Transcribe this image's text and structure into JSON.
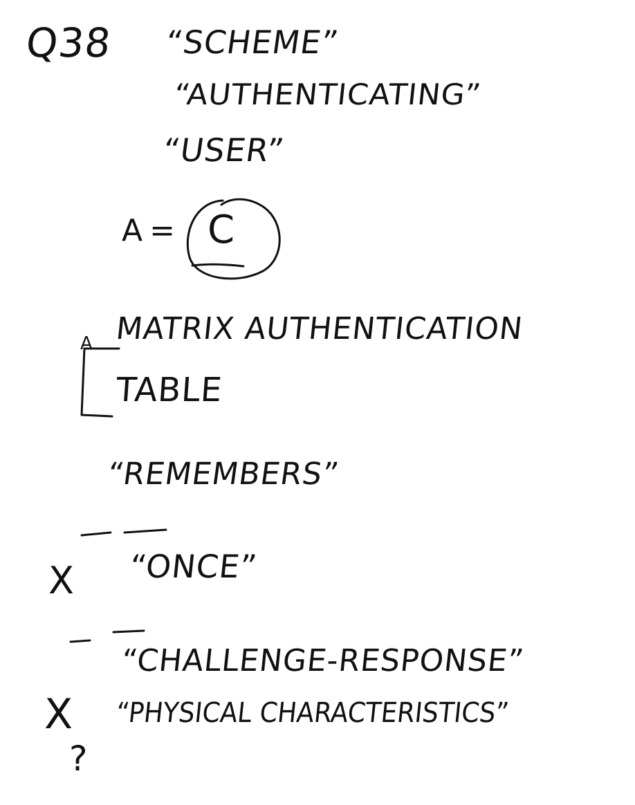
{
  "note": {
    "question": "Q38",
    "terms": [
      "“SCHEME”",
      "“AUTHENTICATING”",
      "“USER”"
    ],
    "answer_prefix": "A =",
    "answer_letter": "C",
    "option_a_label": "A",
    "option_a_lines": [
      "MATRIX AUTHENTICATION",
      "TABLE"
    ],
    "remembers": "“REMEMBERS”",
    "crossed_terms": [
      "“ONCE”",
      "“CHALLENGE-RESPONSE”",
      "“PHYSICAL CHARACTERISTICS”"
    ],
    "cross_mark": "X",
    "question_mark": "?"
  },
  "colors": {
    "ink": "#111111",
    "paper": "#ffffff"
  }
}
